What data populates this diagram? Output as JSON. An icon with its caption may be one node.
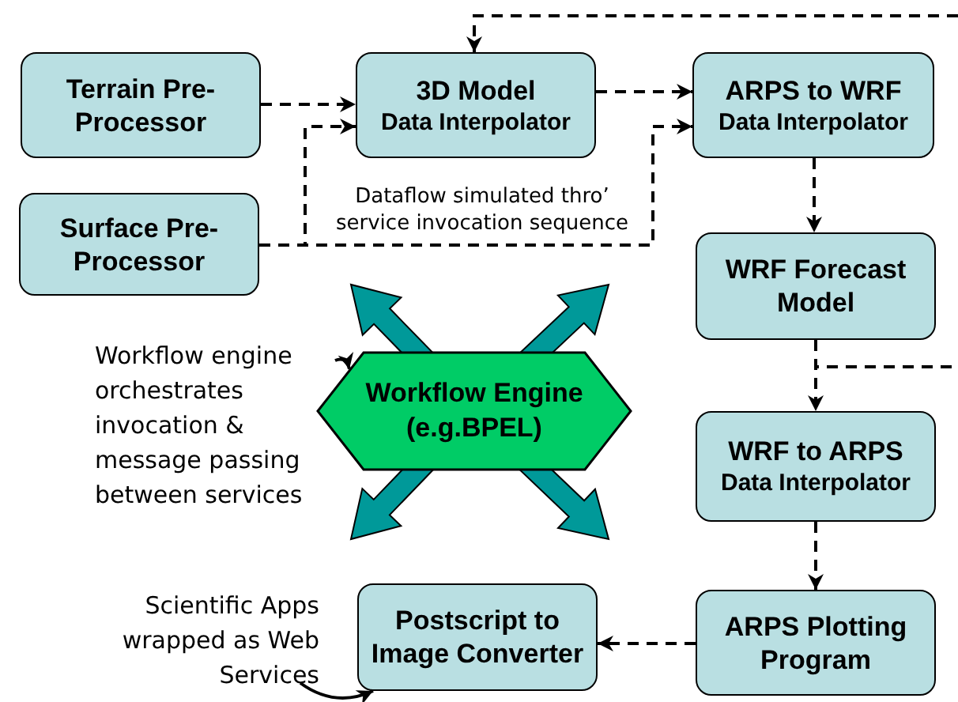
{
  "diagram": {
    "nodes": [
      {
        "text": [
          "Terrain Pre-Processor"
        ]
      },
      {
        "text": [
          "3D Model",
          "Data Interpolator"
        ]
      },
      {
        "text": [
          "ARPS to WRF",
          "Data Interpolator"
        ]
      },
      {
        "text": [
          "Surface Pre-Processor"
        ]
      },
      {
        "text": [
          "WRF Forecast Model"
        ]
      },
      {
        "text": [
          "Workflow Engine (e.g.BPEL)"
        ]
      },
      {
        "text": [
          "Workflow engine orchestrates invocation & message passing between services"
        ]
      },
      {
        "text": [
          "WRF to ARPS",
          "Data Interpolator"
        ]
      },
      {
        "text": [
          "Scientific Apps wrapped as Web Services"
        ]
      },
      {
        "text": [
          "Postscript to Image Converter"
        ]
      },
      {
        "text": [
          "ARPS Plotting Program"
        ]
      }
    ],
    "edges": [
      {
        "from": 0,
        "to": 1,
        "arrow": "to",
        "style": "dashed"
      },
      {
        "from": 3,
        "to": 1,
        "arrow": "to",
        "style": "dashed"
      },
      {
        "from": 3,
        "to": 2,
        "arrow": "to",
        "style": "dashed"
      },
      {
        "from": 1,
        "to": 2,
        "arrow": "to",
        "style": "dashed"
      },
      {
        "from": 2,
        "to": 4,
        "arrow": "to",
        "style": "dashed"
      },
      {
        "from": 4,
        "to": 7,
        "arrow": "to",
        "style": "dashed"
      },
      {
        "from": null,
        "to": 1,
        "arrow": "to",
        "style": "dashed"
      },
      {
        "from": 4,
        "to": null,
        "arrow": "none",
        "style": "dashed"
      },
      {
        "from": 7,
        "to": 10,
        "arrow": "to",
        "style": "dashed"
      },
      {
        "from": 10,
        "to": 9,
        "arrow": "to",
        "style": "dashed"
      },
      {
        "from": 6,
        "to": 5,
        "arrow": "to"
      },
      {
        "from": 8,
        "to": 9,
        "arrow": "to"
      },
      {
        "from": 5,
        "to": null,
        "arrow": "to",
        "style": "thick",
        "color": "#009999"
      },
      {
        "from": 5,
        "to": null,
        "arrow": "to",
        "style": "thick",
        "color": "#009999"
      },
      {
        "from": 5,
        "to": null,
        "arrow": "to",
        "style": "thick",
        "color": "#009999"
      },
      {
        "from": 5,
        "to": null,
        "arrow": "to",
        "style": "thick",
        "color": "#009999"
      }
    ],
    "labels": [
      "Dataflow simulated thro’ service invocation sequence"
    ]
  }
}
